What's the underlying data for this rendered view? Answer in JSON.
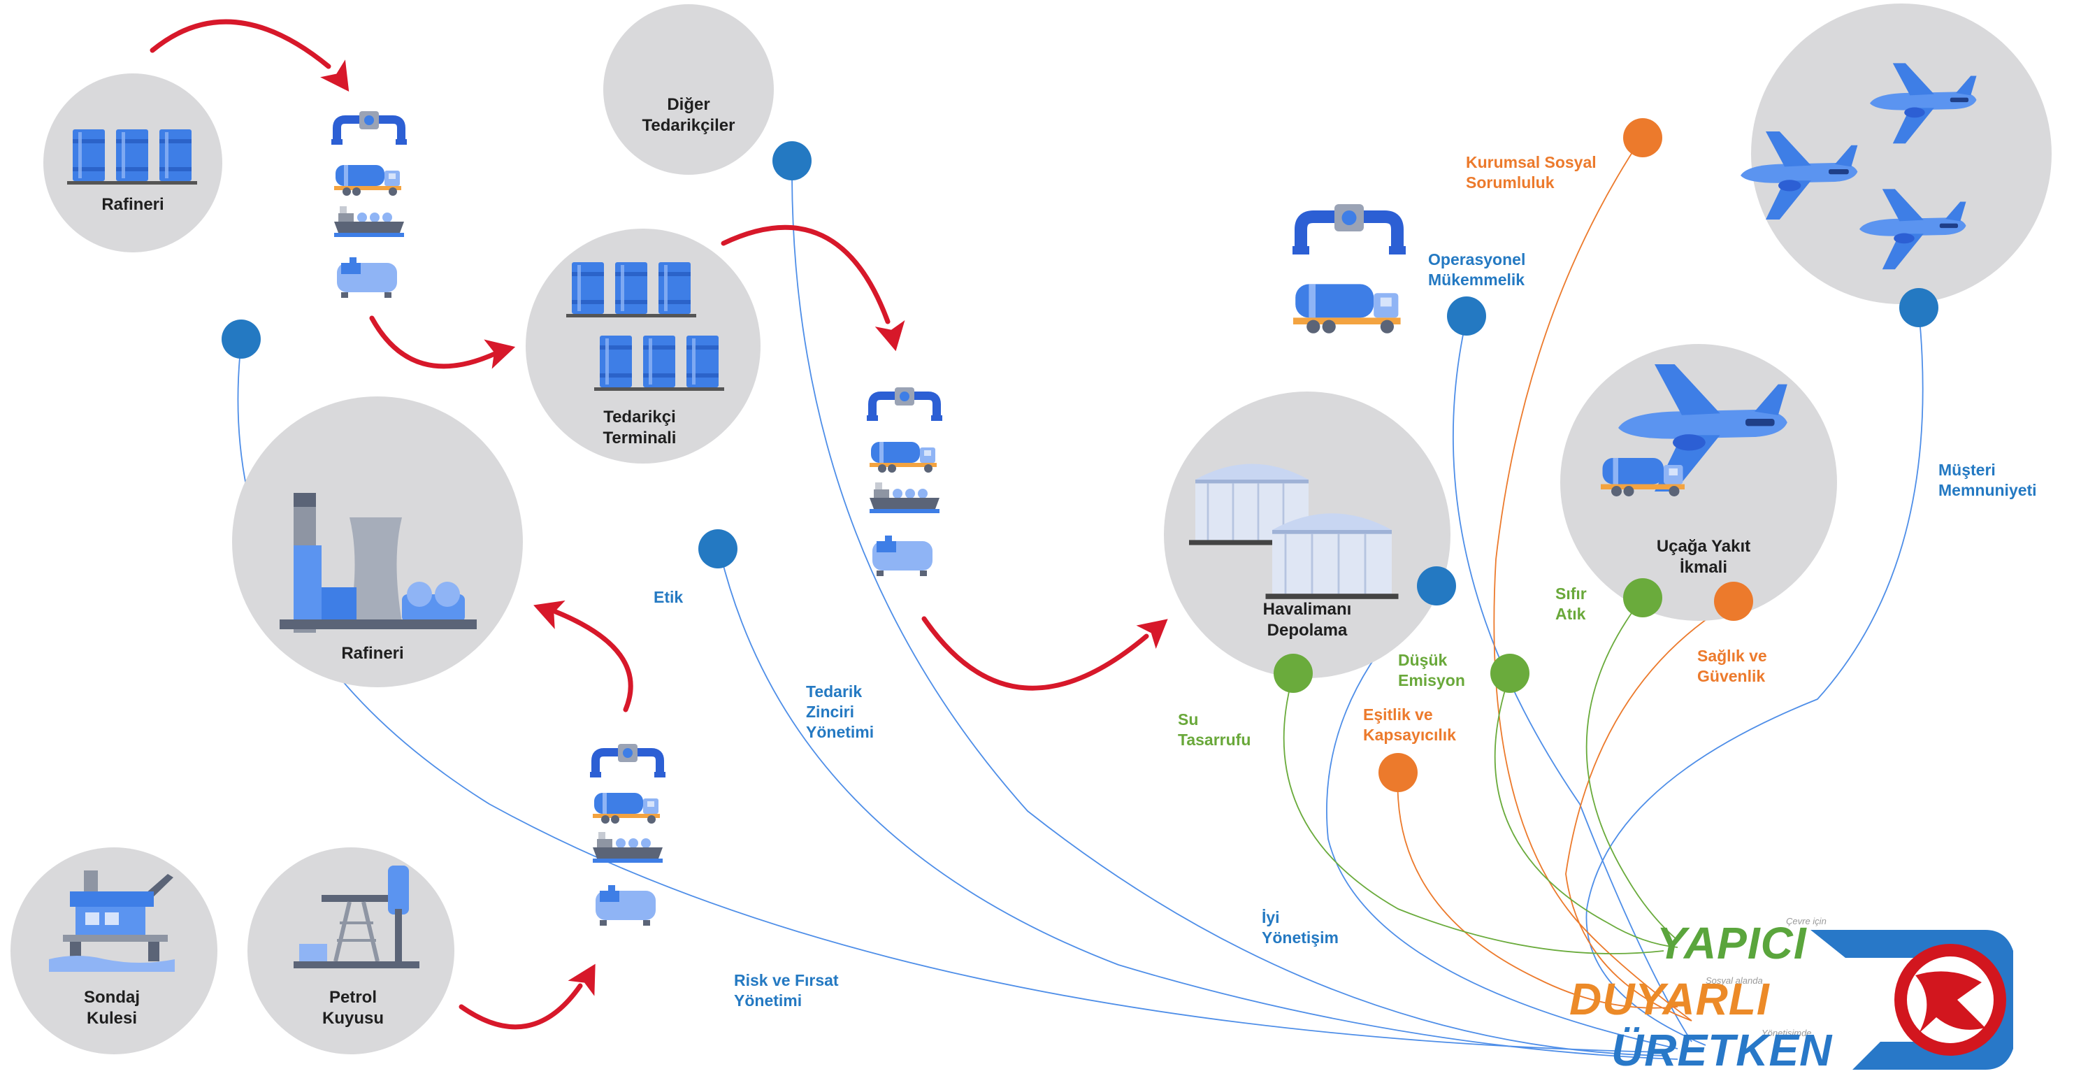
{
  "nodes": {
    "rafineri_top": "Rafineri",
    "diger_tedarikciler": [
      "Diğer",
      "Tedarikçiler"
    ],
    "tedarikci_terminali": [
      "Tedarikçi",
      "Terminali"
    ],
    "rafineri_mid": "Rafineri",
    "sondaj_kulesi": [
      "Sondaj",
      "Kulesi"
    ],
    "petrol_kuyusu": [
      "Petrol",
      "Kuyusu"
    ],
    "havalimani_depolama": [
      "Havalimanı",
      "Depolama"
    ],
    "ucaga_yakit_ikmali": [
      "Uçağa Yakıt",
      "İkmali"
    ]
  },
  "principles": {
    "kurumsal_sosyal_sorumluluk": [
      "Kurumsal Sosyal",
      "Sorumluluk"
    ],
    "operasyonel_mukemmellik": [
      "Operasyonel",
      "Mükemmelik"
    ],
    "musteri_memnuniyeti": [
      "Müşteri",
      "Memnuniyeti"
    ],
    "etik": "Etik",
    "tedarik_zinciri_yonetimi": [
      "Tedarik",
      "Zinciri",
      "Yönetimi"
    ],
    "su_tasarrufu": [
      "Su",
      "Tasarrufu"
    ],
    "dusuk_emisyon": [
      "Düşük",
      "Emisyon"
    ],
    "sifir_atik": [
      "Sıfır",
      "Atık"
    ],
    "esitlik_kapsayicilik": [
      "Eşitlik ve",
      "Kapsayıcılık"
    ],
    "saglik_guvenlik": [
      "Sağlık ve",
      "Güvenlik"
    ],
    "iyi_yonetisim": [
      "İyi",
      "Yönetişim"
    ],
    "risk_firsat_yonetimi": [
      "Risk ve Fırsat",
      "Yönetimi"
    ]
  },
  "brand": {
    "yapici": "YAPICI",
    "duyarli": "DUYARLI",
    "uretken": "ÜRETKEN",
    "cevre_icin": "Çevre için",
    "sosyal_alanda": "Sosyal alanda",
    "yonetisimde": "Yönetişimde"
  },
  "colors": {
    "circle": "#d9d9db",
    "blue_dot": "#2479c2",
    "orange_dot": "#ec7a2c",
    "green_dot": "#6aab3c",
    "arrow_red": "#d7182a",
    "icon_blue": "#3e7ee6",
    "icon_light": "#8fb4f5",
    "brand_green": "#5aa53c",
    "brand_orange": "#ec8a28",
    "brand_blue": "#2878c8",
    "thy_red": "#d2161e"
  },
  "icons": [
    "barrels-icon",
    "pipe-valve-icon",
    "tanker-truck-icon",
    "tanker-ship-icon",
    "fuel-tank-icon",
    "oil-rig-icon",
    "pump-jack-icon",
    "factory-icon",
    "storage-tank-icon",
    "airplane-icon",
    "turkish-airlines-logo"
  ]
}
